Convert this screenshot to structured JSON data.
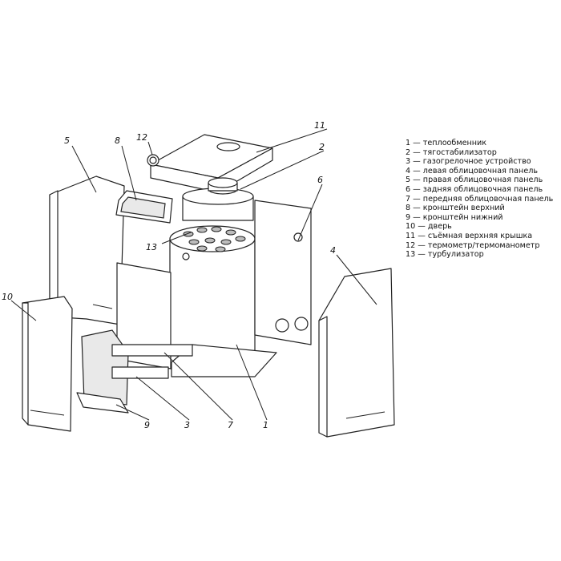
{
  "callouts": {
    "n1": "1",
    "n2": "2",
    "n3": "3",
    "n4": "4",
    "n5": "5",
    "n6": "6",
    "n7": "7",
    "n8": "8",
    "n9": "9",
    "n10": "10",
    "n11": "11",
    "n12": "12",
    "n13": "13"
  },
  "legend": [
    "1 — теплообменник",
    "2 — тягостабилизатор",
    "3 — газогрелочное устройство",
    "4 — левая облицовочная панель",
    "5 — правая облицовочная панель",
    "6 — задняя облицовочная панель",
    "7 — передняя облицовочная панель",
    "8 — кронштейн верхний",
    "9 — кронштейн нижний",
    "10 — дверь",
    "11 — съёмная верхняя крышка",
    "12 — термометр/термоманометр",
    "13 — турбулизатор"
  ]
}
